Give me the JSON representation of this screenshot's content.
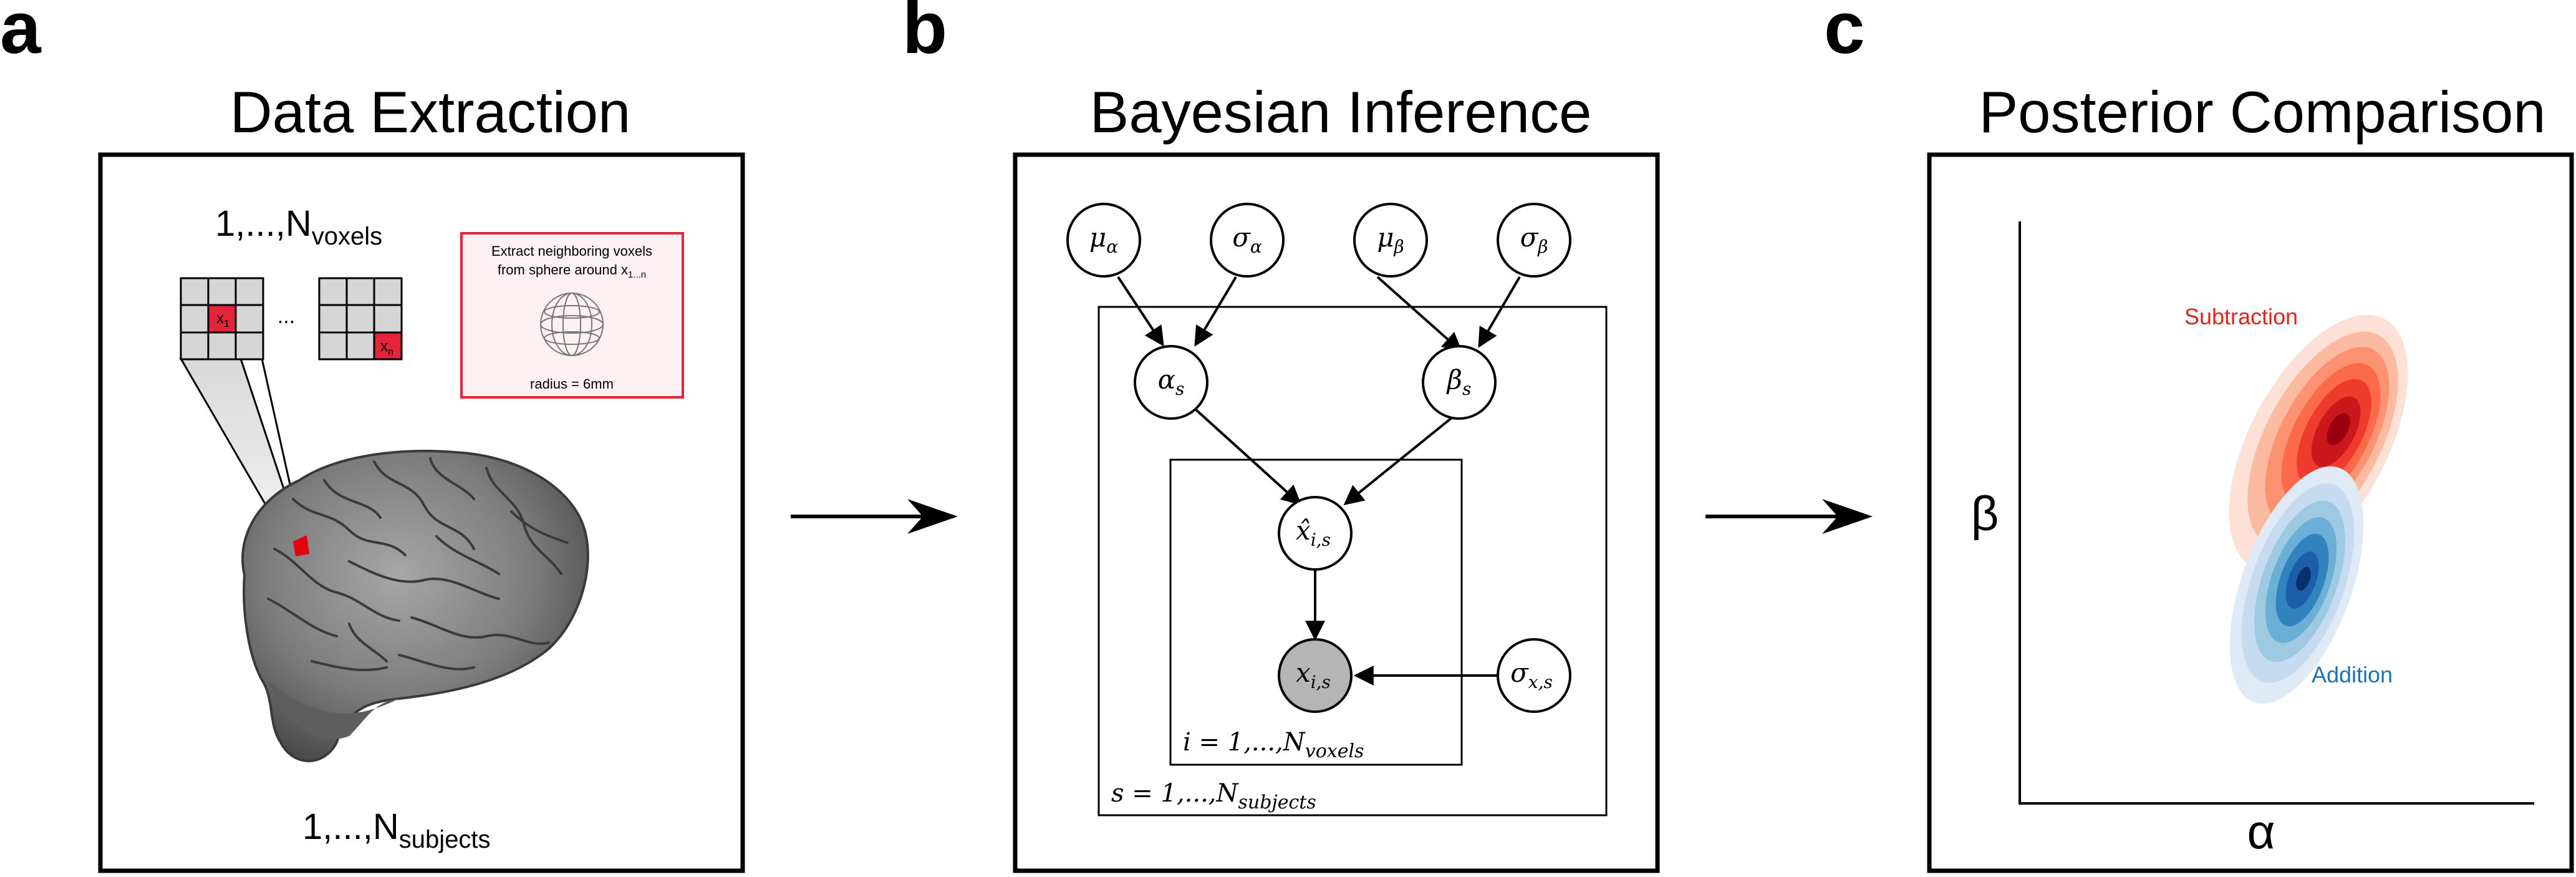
{
  "panel_a": {
    "letter": "a",
    "title": "Data Extraction",
    "voxels_label": {
      "prefix": "1,...,N",
      "sub": "voxels"
    },
    "subjects_label": {
      "prefix": "1,...,N",
      "sub": "subjects"
    },
    "ellipsis": "...",
    "cell_first": {
      "base": "x",
      "sub": "1"
    },
    "cell_last": {
      "base": "x",
      "sub": "n"
    },
    "inset": {
      "line1": "Extract neighboring voxels",
      "line2_prefix": "from sphere around x",
      "line2_sub": "1...n",
      "radius": "radius = 6mm"
    }
  },
  "panel_b": {
    "letter": "b",
    "title": "Bayesian Inference",
    "nodes": {
      "mu_alpha": {
        "base": "μ",
        "sub": "α"
      },
      "sigma_alpha": {
        "base": "σ",
        "sub": "α"
      },
      "mu_beta": {
        "base": "μ",
        "sub": "β"
      },
      "sigma_beta": {
        "base": "σ",
        "sub": "β"
      },
      "alpha_s": {
        "base": "α",
        "sub": "s"
      },
      "beta_s": {
        "base": "β",
        "sub": "s"
      },
      "xhat": {
        "base": "x̂",
        "sub": "i,s"
      },
      "x_obs": {
        "base": "x",
        "sub": "i,s"
      },
      "sigma_x": {
        "base": "σ",
        "sub": "x,s"
      }
    },
    "plate_inner": {
      "prefix": "i = 1,...,N",
      "sub": "voxels"
    },
    "plate_outer": {
      "prefix": "s = 1,...,N",
      "sub": "subjects"
    }
  },
  "panel_c": {
    "letter": "c",
    "title": "Posterior Comparison",
    "y_axis_label": "β",
    "x_axis_label": "α",
    "subtraction_label": "Subtraction",
    "addition_label": "Addition",
    "colors": {
      "subtraction": "#e2231a",
      "addition": "#1f6fb5"
    }
  }
}
